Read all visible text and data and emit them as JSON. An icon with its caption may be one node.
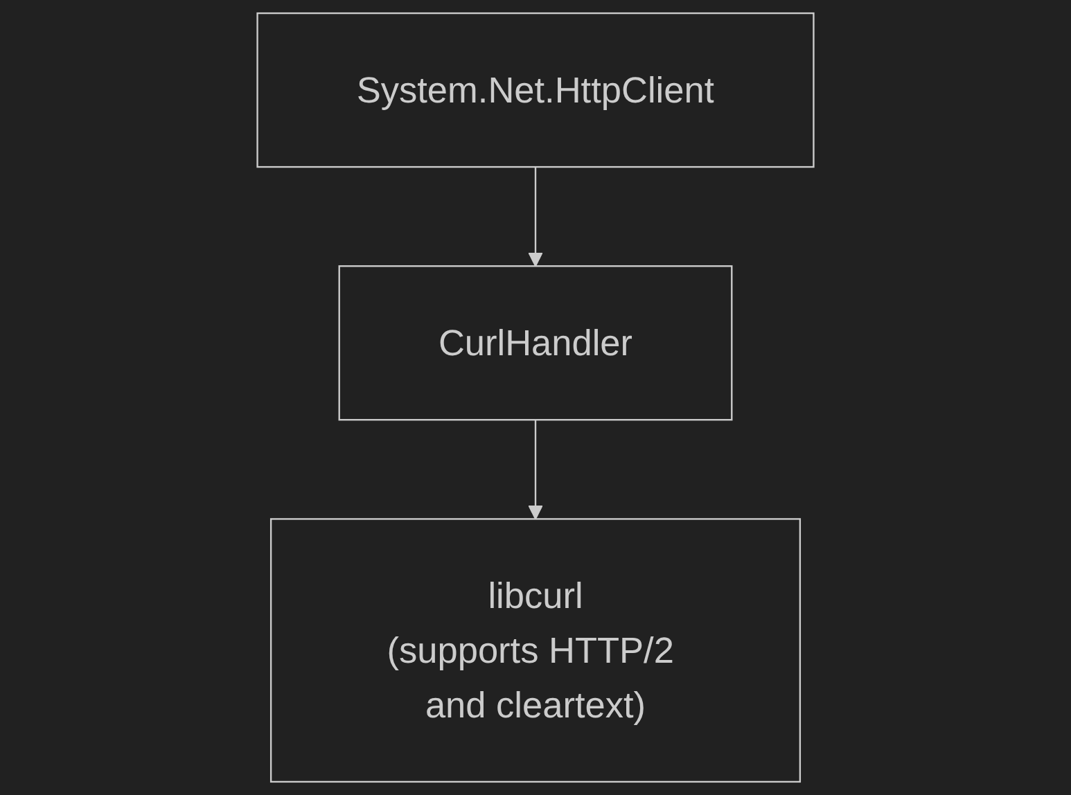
{
  "diagram": {
    "nodes": [
      {
        "text": [
          "System.Net.HttpClient"
        ]
      },
      {
        "text": [
          "CurlHandler"
        ]
      },
      {
        "text": [
          "libcurl",
          "(supports HTTP/2 and cleartext)"
        ]
      }
    ],
    "edges": [
      {
        "from": 0,
        "to": 1,
        "arrow": "to"
      },
      {
        "from": 1,
        "to": 2,
        "arrow": "to"
      }
    ]
  }
}
